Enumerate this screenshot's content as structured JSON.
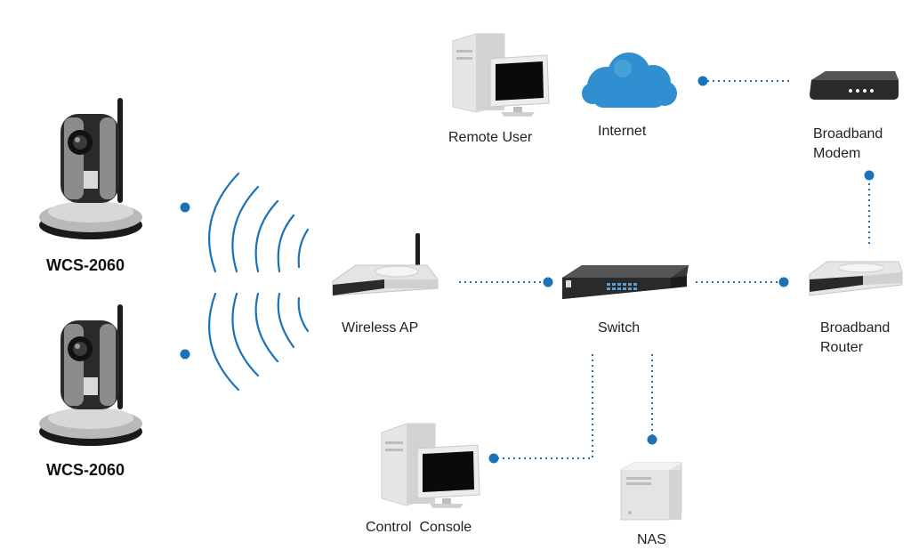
{
  "colors": {
    "link": "#1a73b8",
    "cloud": "#2f8fd0",
    "wave": "#1a73b8"
  },
  "cameras": [
    {
      "model": "WCS-2060",
      "icon": "ip-camera-icon"
    },
    {
      "model": "WCS-2060",
      "icon": "ip-camera-icon"
    }
  ],
  "nodes": {
    "remote_user": {
      "label": "Remote User",
      "icon": "desktop-computer-icon"
    },
    "internet": {
      "label": "Internet",
      "icon": "cloud-icon"
    },
    "modem": {
      "label_line1": "Broadband",
      "label_line2": "Modem",
      "icon": "modem-icon"
    },
    "wireless_ap": {
      "label": "Wireless AP",
      "icon": "wireless-router-icon"
    },
    "switch": {
      "label": "Switch",
      "icon": "network-switch-icon"
    },
    "router": {
      "label_line1": "Broadband",
      "label_line2": "Router",
      "icon": "router-icon"
    },
    "control_console": {
      "label": "Control  Console",
      "icon": "desktop-computer-icon"
    },
    "nas": {
      "label": "NAS",
      "icon": "nas-storage-icon"
    }
  }
}
